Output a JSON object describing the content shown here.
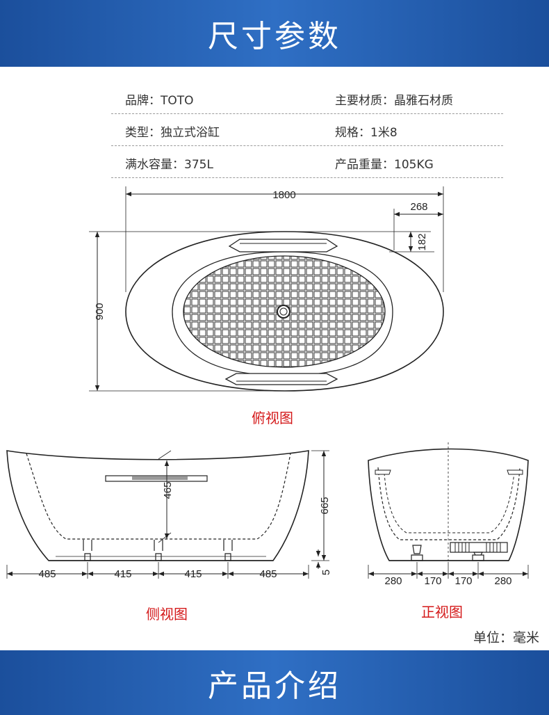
{
  "header": {
    "title": "尺寸参数"
  },
  "specs": [
    {
      "left": "品牌：TOTO",
      "right": "主要材质：晶雅石材质"
    },
    {
      "left": "类型：独立式浴缸",
      "right": "规格：1米8"
    },
    {
      "left": "满水容量：375L",
      "right": "产品重量：105KG"
    }
  ],
  "top_view": {
    "caption": "俯视图",
    "dim_length": "1800",
    "dim_width": "900",
    "dim_offset": "268",
    "dim_edge": "182"
  },
  "side_view": {
    "caption": "侧视图",
    "dim_height": "665",
    "dim_inner": "465",
    "dim_base": "5",
    "dim_1": "485",
    "dim_2": "415",
    "dim_3": "415",
    "dim_4": "485"
  },
  "front_view": {
    "caption": "正视图",
    "dim_1": "280",
    "dim_2": "170",
    "dim_3": "170",
    "dim_4": "280"
  },
  "unit_note": "单位：毫米",
  "footer": {
    "title": "产品介绍"
  }
}
